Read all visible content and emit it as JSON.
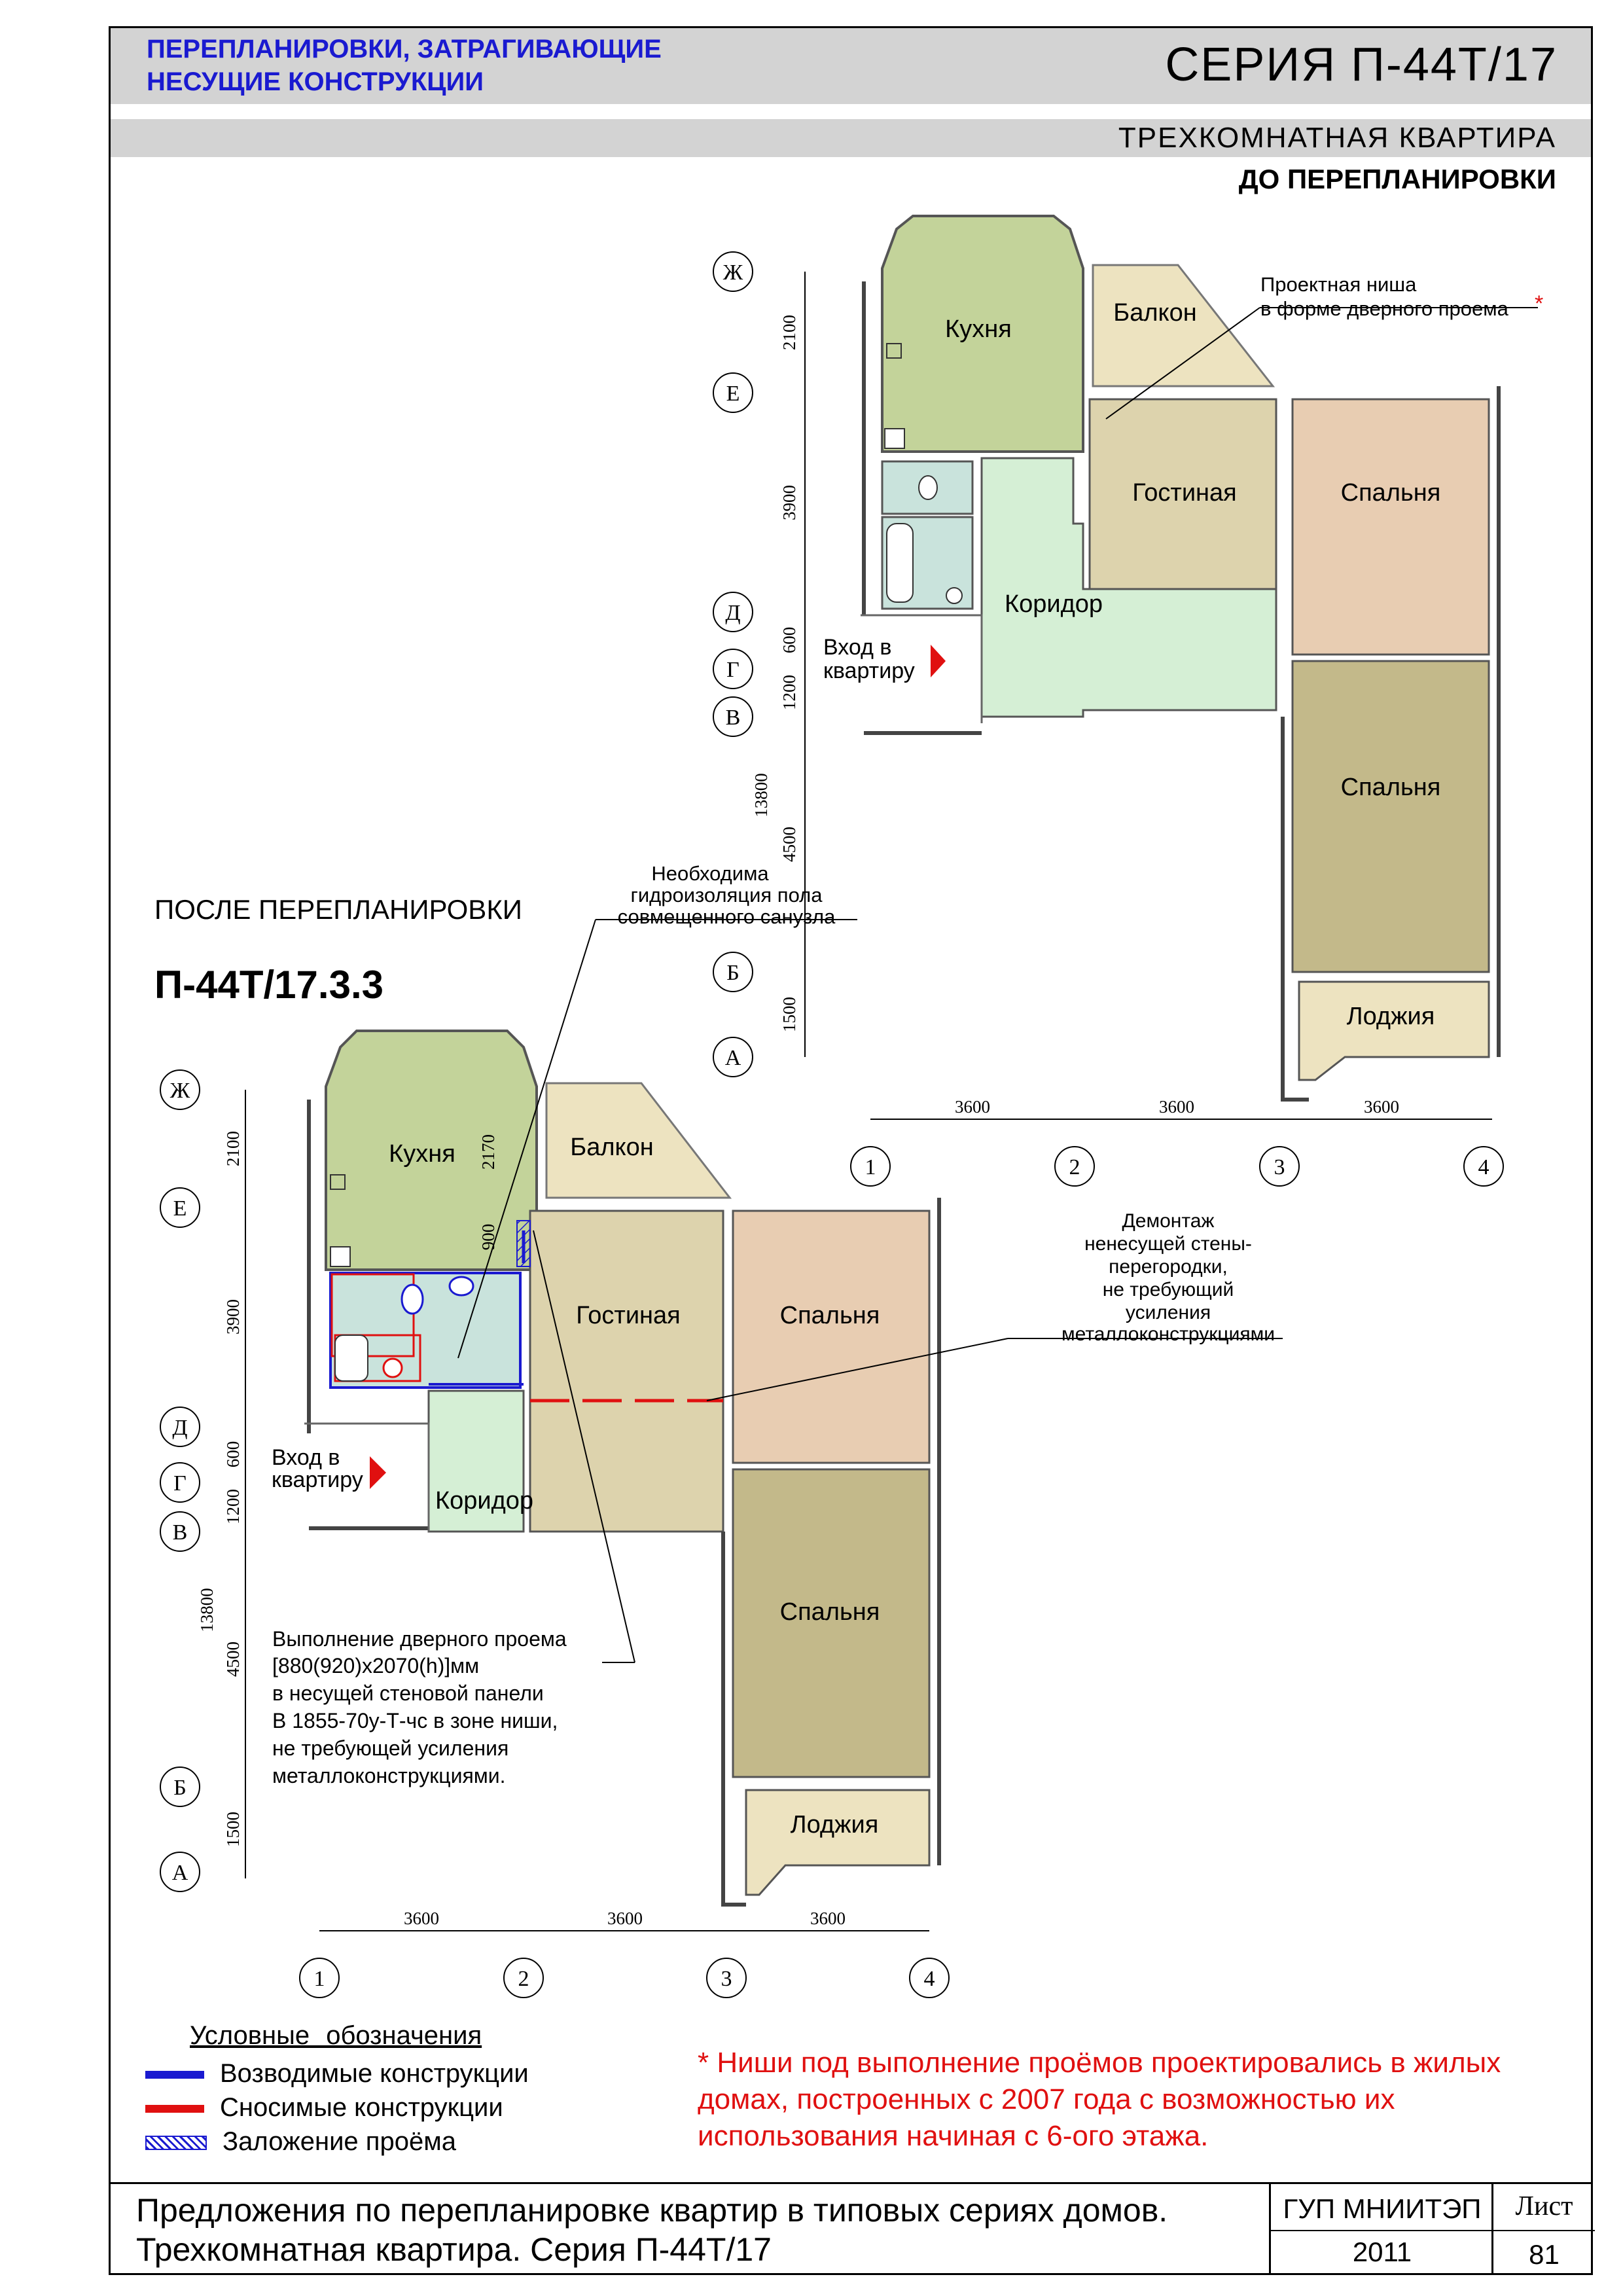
{
  "header": {
    "category_line1": "ПЕРЕПЛАНИРОВКИ, ЗАТРАГИВАЮЩИЕ",
    "category_line2": "НЕСУЩИЕ КОНСТРУКЦИИ",
    "series": "СЕРИЯ  П-44Т/17",
    "apartment": "ТРЕХКОМНАТНАЯ  КВАРТИРА",
    "before_label": "ДО ПЕРЕПЛАНИРОВКИ"
  },
  "after": {
    "label": "ПОСЛЕ ПЕРЕПЛАНИРОВКИ",
    "code": "П-44Т/17.3.3"
  },
  "rooms": {
    "kitchen": "Кухня",
    "balcony": "Балкон",
    "living": "Гостиная",
    "bedroom": "Спальня",
    "corridor": "Коридор",
    "loggia": "Лоджия",
    "entrance_line1": "Вход в",
    "entrance_line2": "квартиру"
  },
  "axes": {
    "rows": [
      "Ж",
      "Е",
      "Д",
      "Г",
      "В",
      "Б",
      "А"
    ],
    "cols": [
      "1",
      "2",
      "3",
      "4"
    ],
    "row_dims": [
      "2100",
      "3900",
      "600",
      "1200",
      "4500",
      "1500"
    ],
    "total_dim": "13800",
    "col_dims": [
      "3600",
      "3600",
      "3600"
    ],
    "kitchen_dim": "2170",
    "door_dim": "900"
  },
  "annotations": {
    "niche": [
      "Проектная ниша",
      "в форме дверного проема"
    ],
    "niche_star": "*",
    "waterproofing": [
      "Необходима",
      "гидроизоляция пола",
      "совмещенного санузла"
    ],
    "demolition": [
      "Демонтаж",
      "ненесущей стены-",
      "перегородки,",
      "не требующий",
      "усиления",
      "металлоконструкциями"
    ],
    "doorway": [
      "Выполнение дверного проема",
      "[880(920)х2070(h)]мм",
      "в несущей стеновой панели",
      "В 1855-70у-Т-чс в зоне ниши,",
      "не требующей усиления",
      "металлоконструкциями."
    ]
  },
  "legend": {
    "title": "Условные   обозначения",
    "items": [
      {
        "label": "Возводимые конструкции",
        "color": "#1a1ad0"
      },
      {
        "label": "Сносимые     конструкции",
        "color": "#e01010"
      },
      {
        "label": "Заложение проёма",
        "color": "#1a1ad0"
      }
    ]
  },
  "note": "*  Ниши под выполнение проёмов проектировались в жилых домах, построенных с 2007 года с возможностью их использования  начиная с 6-ого этажа.",
  "footer": {
    "line1": "Предложения по перепланировке квартир в типовых сериях домов.",
    "line2": "Трехкомнатная квартира. Серия П-44Т/17",
    "org": "ГУП МНИИТЭП",
    "year": "2011",
    "sheet_label": "Лист",
    "sheet_number": "81"
  },
  "colors": {
    "kitchen": "#c3d39a",
    "balcony": "#ede3c0",
    "living": "#ddd3ad",
    "bedroom_pink": "#e8cdb2",
    "bedroom_olive": "#c3b98a",
    "corridor": "#d5efd5",
    "bath": "#c9e3dc",
    "loggia": "#ede3c0",
    "accent_blue": "#1a1ad0",
    "accent_red": "#e01010"
  }
}
